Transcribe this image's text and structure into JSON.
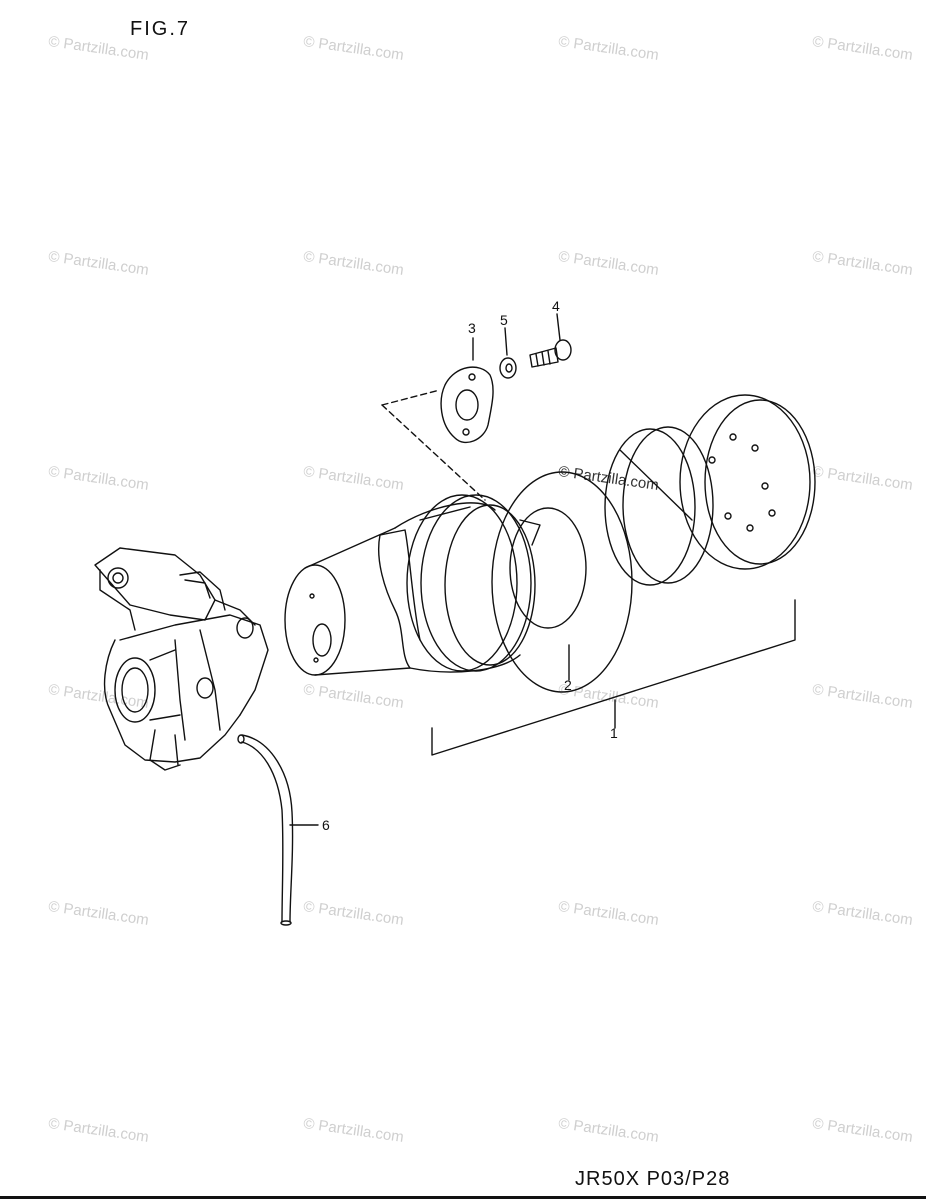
{
  "figure": {
    "title": "FIG.7"
  },
  "model_code": "JR50X  P03/P28",
  "watermark_text": "© Partzilla.com",
  "watermark_dot_com_text": "© Partzilla.com",
  "callouts": {
    "c1": "1",
    "c2": "2",
    "c3": "3",
    "c4": "4",
    "c5": "5",
    "c6": "6"
  },
  "colors": {
    "line": "#111111",
    "watermark": "#cfcfcf"
  }
}
